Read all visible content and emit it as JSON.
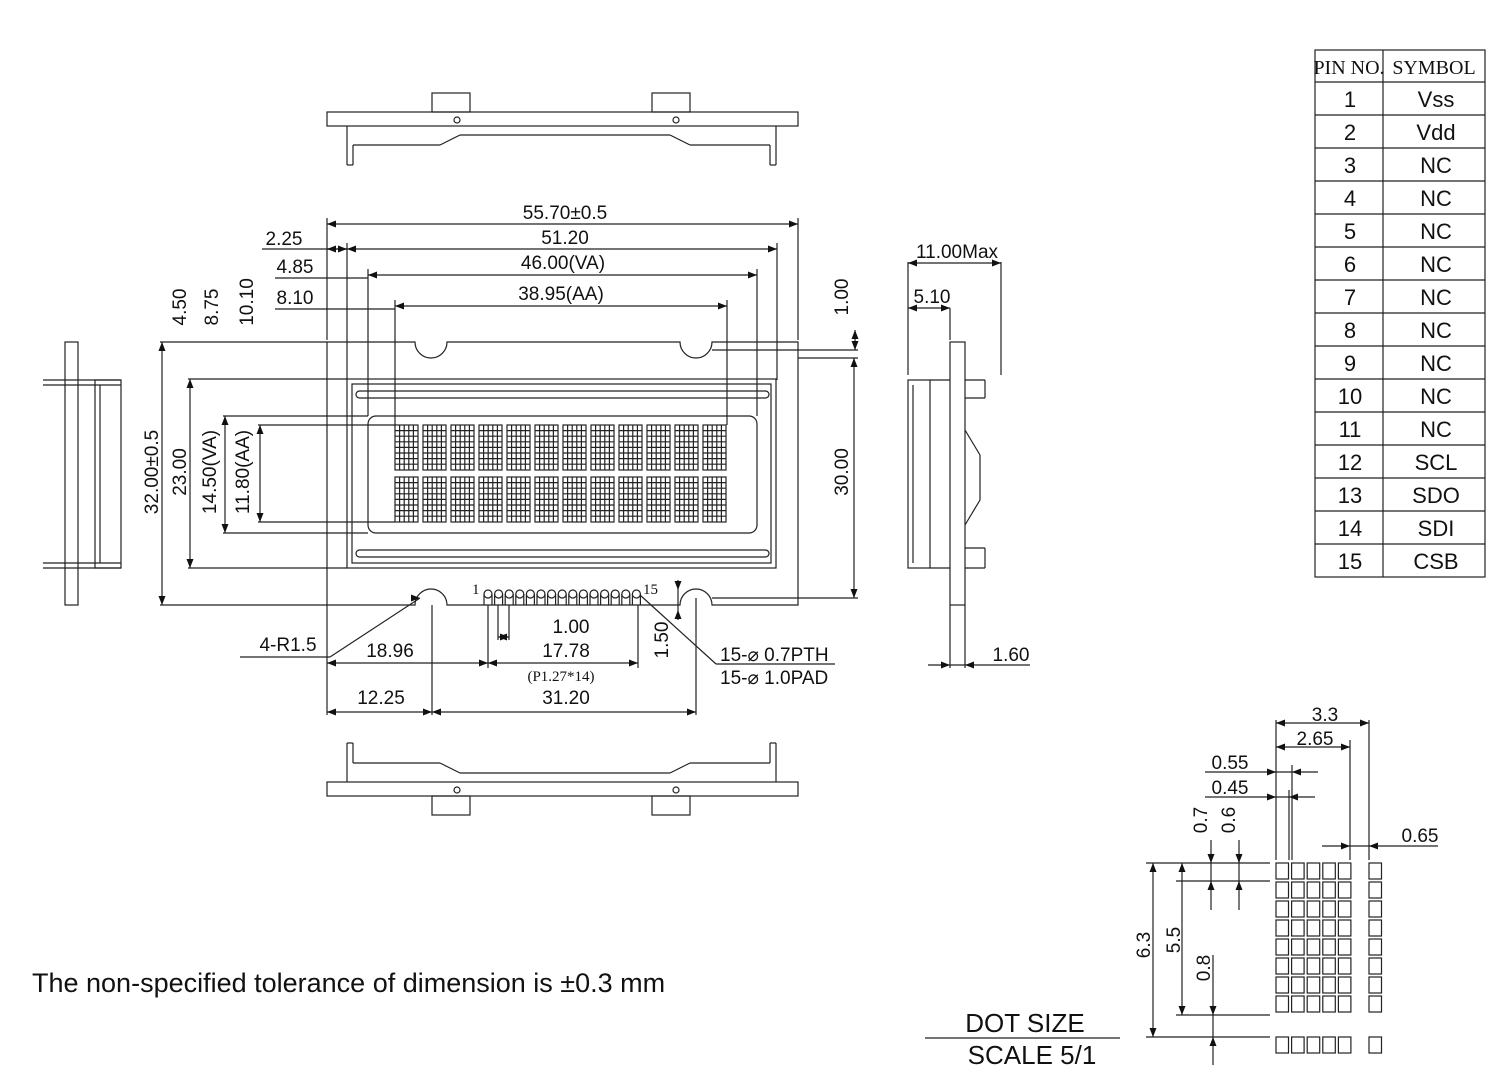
{
  "pin_table": {
    "headers": [
      "PIN NO.",
      "SYMBOL"
    ],
    "rows": [
      [
        "1",
        "Vss"
      ],
      [
        "2",
        "Vdd"
      ],
      [
        "3",
        "NC"
      ],
      [
        "4",
        "NC"
      ],
      [
        "5",
        "NC"
      ],
      [
        "6",
        "NC"
      ],
      [
        "7",
        "NC"
      ],
      [
        "8",
        "NC"
      ],
      [
        "9",
        "NC"
      ],
      [
        "10",
        "NC"
      ],
      [
        "11",
        "NC"
      ],
      [
        "12",
        "SCL"
      ],
      [
        "13",
        "SDO"
      ],
      [
        "14",
        "SDI"
      ],
      [
        "15",
        "CSB"
      ]
    ]
  },
  "front_view": {
    "dims": {
      "overall_width": "55.70±0.5",
      "w_51": "51.20",
      "va_width": "46.00(VA)",
      "aa_width": "38.95(AA)",
      "left_2_25": "2.25",
      "left_4_85": "4.85",
      "left_8_10": "8.10",
      "top_4_50": "4.50",
      "top_8_75": "8.75",
      "top_10_10": "10.10",
      "right_1_00": "1.00",
      "overall_height": "32.00±0.5",
      "h_23": "23.00",
      "va_height": "14.50(VA)",
      "aa_height": "11.80(AA)",
      "h_30": "30.00",
      "corner_radius": "4-R1.5",
      "pin1_offset": "18.96",
      "pin_pitch": "1.00",
      "pin_span": "17.78",
      "pitch_note": "(P1.27*14)",
      "pin_height": "1.50",
      "pth": "15-⌀ 0.7PTH",
      "pad": "15-⌀ 1.0PAD",
      "hole_offset": "12.25",
      "hole_span": "31.20",
      "pin_first": "1",
      "pin_last": "15"
    }
  },
  "side_view": {
    "max_thickness": "11.00Max",
    "depth": "5.10",
    "pcb": "1.60"
  },
  "dot_detail": {
    "char_width": "3.3",
    "dot_span": "2.65",
    "dot_pitch_x": "0.55",
    "dot_w": "0.45",
    "dot_pitch_y": "0.7",
    "dot_h": "0.6",
    "char_gap": "0.65",
    "char_height": "6.3",
    "dot_span_y": "5.5",
    "cursor_gap": "0.8",
    "title": "DOT SIZE",
    "scale": "SCALE 5/1"
  },
  "note": "The non-specified tolerance of dimension is ±0.3 mm"
}
